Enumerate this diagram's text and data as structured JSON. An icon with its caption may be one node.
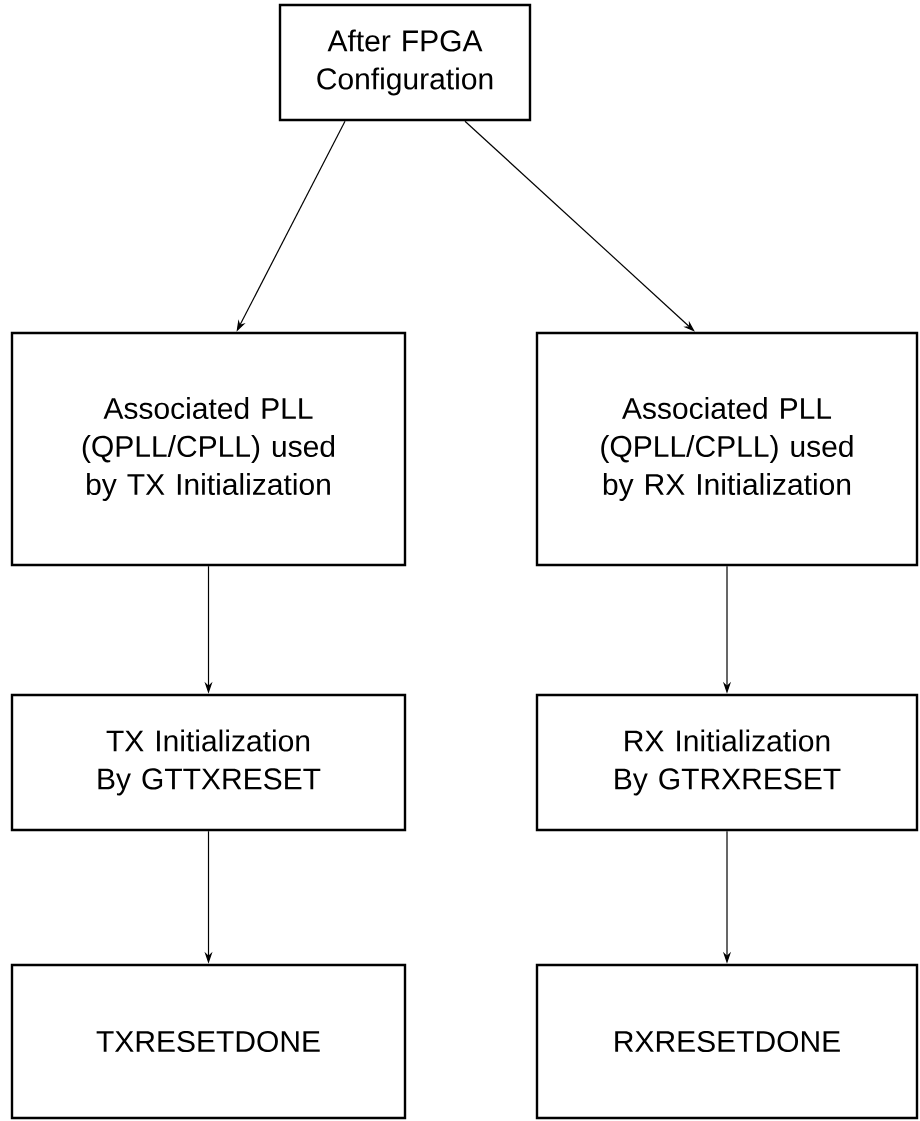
{
  "diagram": {
    "nodes": [
      {
        "text": [
          "After FPGA Configuration"
        ]
      },
      {
        "text": [
          "Associated PLL (QPLL/CPLL) used by TX Initialization"
        ]
      },
      {
        "text": [
          "Associated PLL (QPLL/CPLL) used by RX Initialization"
        ]
      },
      {
        "text": [
          "TX Initialization By GTTXRESET"
        ]
      },
      {
        "text": [
          "RX Initialization By GTRXRESET"
        ]
      },
      {
        "text": [
          "TXRESETDONE"
        ]
      },
      {
        "text": [
          "RXRESETDONE"
        ]
      }
    ],
    "edges": [
      {
        "from": 0,
        "to": 1,
        "arrow": "to"
      },
      {
        "from": 0,
        "to": 2,
        "arrow": "to"
      },
      {
        "from": 1,
        "to": 3,
        "arrow": "to"
      },
      {
        "from": 2,
        "to": 4,
        "arrow": "to"
      },
      {
        "from": 3,
        "to": 5,
        "arrow": "to"
      },
      {
        "from": 4,
        "to": 6,
        "arrow": "to"
      }
    ]
  }
}
